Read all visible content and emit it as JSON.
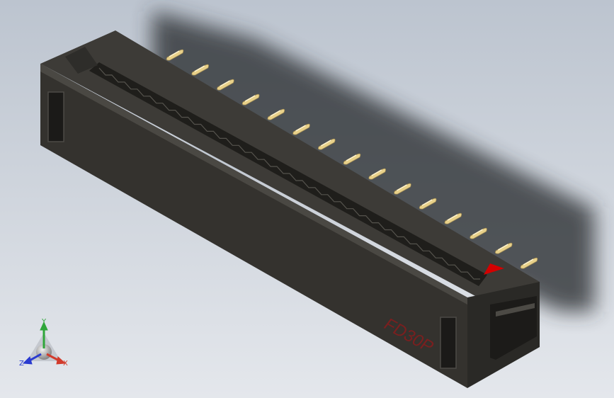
{
  "viewport": {
    "background_top": "#bcc4cf",
    "background_bottom": "#e4e7ec"
  },
  "model": {
    "part_marking": "FD30P",
    "pin_count_visible": 15,
    "colors": {
      "body_top": "#3d3b37",
      "body_front": "#34322e",
      "body_end": "#2a2926",
      "pin": "#e8d18a",
      "polarity_marker": "#d40000",
      "part_marking": "#7a1f1f"
    },
    "polarity_icon": "triangle-marker-icon"
  },
  "triad": {
    "y_label": "Y",
    "x_label": "X",
    "z_label": "Z",
    "colors": {
      "x": "#d23b2c",
      "y": "#2fa63a",
      "z": "#2a3bd0"
    }
  }
}
